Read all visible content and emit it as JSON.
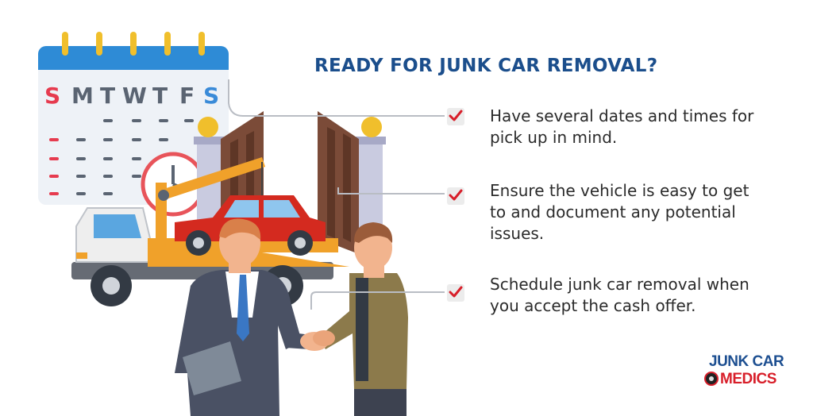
{
  "title": "READY FOR JUNK CAR REMOVAL?",
  "calendar": {
    "days": [
      "S",
      "M",
      "T",
      "W",
      "T",
      "F",
      "S"
    ],
    "day_colors": [
      "#e63b4f",
      "#5a6472",
      "#5a6472",
      "#5a6472",
      "#5a6472",
      "#5a6472",
      "#3a8bd8"
    ]
  },
  "checklist": [
    {
      "text_lines": [
        "Have several dates and times for",
        "pick up in mind."
      ]
    },
    {
      "text_lines": [
        "Ensure the vehicle is easy to get",
        "to and document any potential",
        "issues."
      ]
    },
    {
      "text_lines": [
        "Schedule junk car removal when",
        "you accept the cash offer."
      ]
    }
  ],
  "logo": {
    "line1": "JUNK CAR",
    "line2": "MEDICS"
  },
  "colors": {
    "title": "#1b4e8c",
    "check": "#d81f2a",
    "accent_blue": "#2e8bd6",
    "car_red": "#d42a1f",
    "truck_orange": "#f0a12a"
  }
}
